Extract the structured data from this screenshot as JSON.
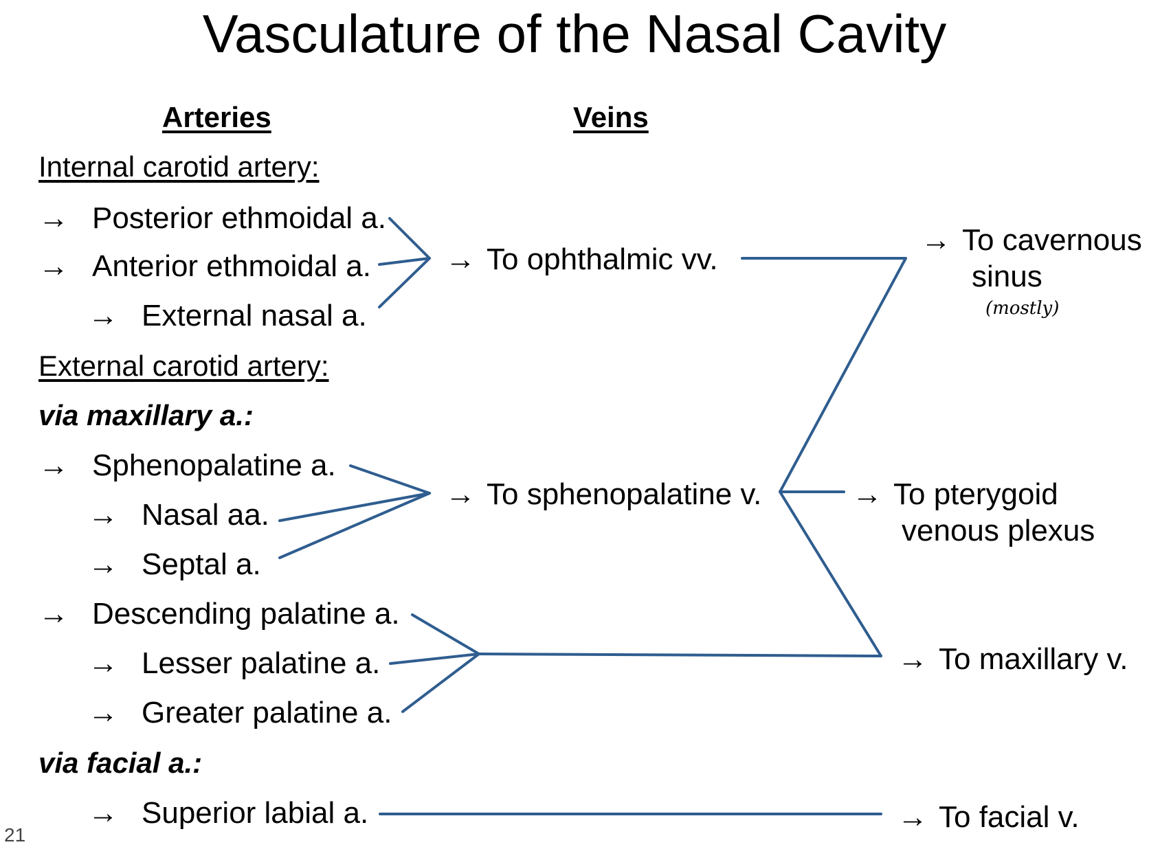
{
  "title": "Vasculature of the Nasal Cavity",
  "headers": {
    "arteries": "Arteries",
    "veins": "Veins"
  },
  "arrow_glyph": "→",
  "sections": {
    "internal": "Internal carotid artery:",
    "external": "External carotid artery:",
    "via_maxillary": "via maxillary a.:",
    "via_facial": "via facial a.:"
  },
  "arteries": {
    "posterior_ethmoidal": "Posterior ethmoidal a.",
    "anterior_ethmoidal": "Anterior ethmoidal a.",
    "external_nasal": "External nasal a.",
    "sphenopalatine": "Sphenopalatine a.",
    "nasal_aa": "Nasal aa.",
    "septal": "Septal a.",
    "descending_palatine": "Descending palatine a.",
    "lesser_palatine": "Lesser palatine a.",
    "greater_palatine": "Greater palatine a.",
    "superior_labial": "Superior labial a."
  },
  "veins": {
    "ophthalmic": "To ophthalmic vv.",
    "sphenopalatine": "To sphenopalatine v."
  },
  "destinations": {
    "cavernous_line1": "To cavernous",
    "cavernous_line2": "sinus",
    "cavernous_note": "(mostly)",
    "pterygoid_line1": "To pterygoid",
    "pterygoid_line2": "venous plexus",
    "maxillary": "To maxillary v.",
    "facial": "To facial v."
  },
  "page_number": "21",
  "colors": {
    "line": "#2f5d8f",
    "text": "#000000"
  }
}
